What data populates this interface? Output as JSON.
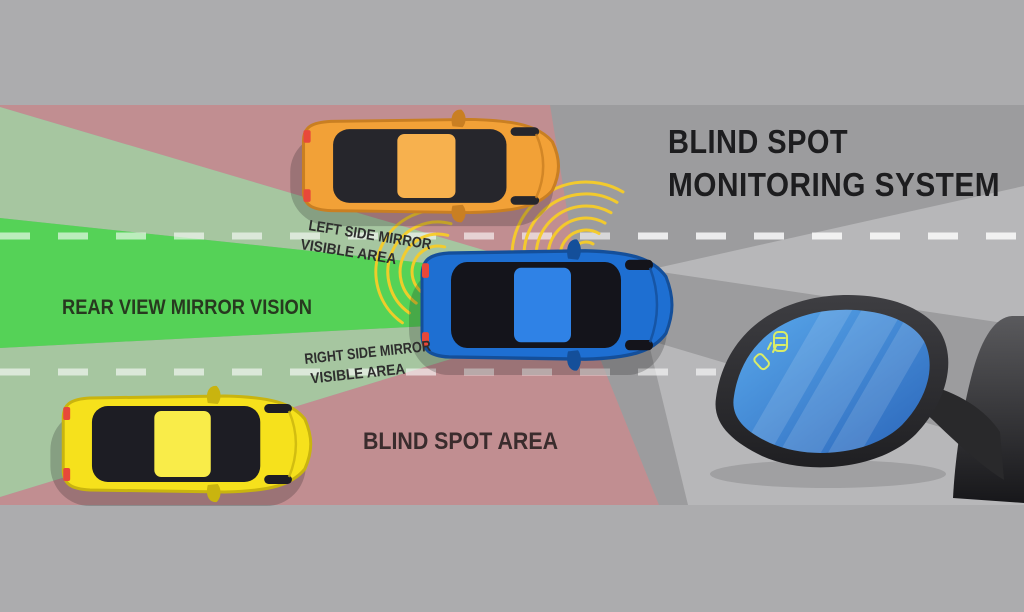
{
  "title": {
    "line1": "BLIND SPOT",
    "line2": "MONITORING SYSTEM"
  },
  "labels": {
    "rear_view_mirror_vision": "REAR VIEW MIRROR VISION",
    "left_side_mirror_line1": "LEFT SIDE MIRROR",
    "left_side_mirror_line2": "VISIBLE AREA",
    "right_side_mirror_line1": "RIGHT SIDE MIRROR",
    "right_side_mirror_line2": "VISIBLE AREA",
    "blind_spot_area": "BLIND SPOT AREA"
  },
  "colors": {
    "background": "#acacae",
    "road": "#9c9c9e",
    "zone_blind_spot_pink": "#c18e91",
    "zone_side_mirror_green": "#a6c6a0",
    "zone_rear_view_green": "#55d257",
    "lane_dash": "#ffffff",
    "headlight_beam": "#ffffff",
    "sensor_wave_yellow": "#f7cd28",
    "title_text": "#1d1d1f",
    "label_text": "#2e2e2e",
    "rear_view_text": "#27391f",
    "blind_spot_text": "#3a2c2d",
    "mirror_housing_light": "#3e3e42",
    "mirror_housing_dark": "#1f1f22",
    "mirror_glass_light": "#5aa9ec",
    "mirror_glass_dark": "#2b66ba",
    "warning_icon": "#d9ec68",
    "driver_car_light": "#5a5a5d",
    "driver_car_dark": "#17171a"
  },
  "cars": [
    {
      "name": "orange-car",
      "palette": {
        "body": "#f2a137",
        "body2": "#f7b14e",
        "edge": "#c97f22",
        "glass": "#26262c",
        "light": "#e8483a"
      }
    },
    {
      "name": "blue-car",
      "palette": {
        "body": "#1e6fd2",
        "body2": "#2f82e6",
        "edge": "#144f9a",
        "glass": "#14141b",
        "light": "#e8483a"
      }
    },
    {
      "name": "yellow-car",
      "palette": {
        "body": "#f6e11c",
        "body2": "#f9ec49",
        "edge": "#c9b40f",
        "glass": "#1d1d24",
        "light": "#e8483a"
      }
    }
  ]
}
